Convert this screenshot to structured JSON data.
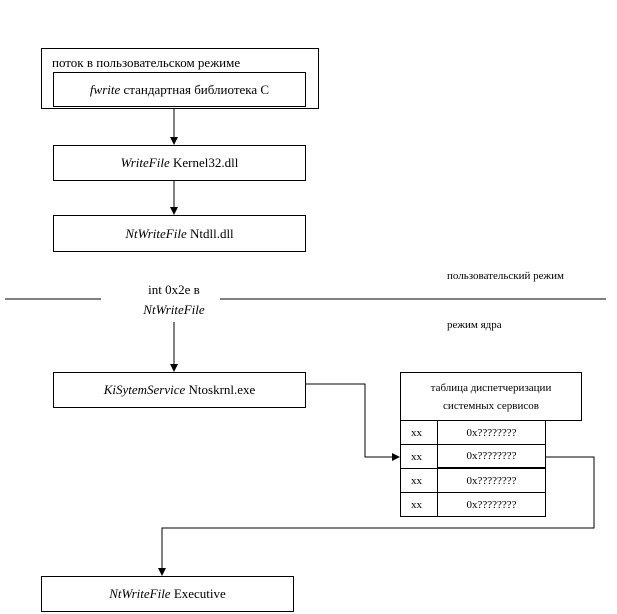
{
  "user_thread": {
    "label": "поток в пользовательском режиме",
    "fn": "fwrite",
    "desc": "стандартная библиотека C"
  },
  "kernel32": {
    "fn": "WriteFile",
    "desc": "Kernel32.dll"
  },
  "ntdll": {
    "fn": "NtWriteFile",
    "desc": "Ntdll.dll"
  },
  "interrupt": {
    "line1": "int 0x2e в",
    "line2": "NtWriteFile"
  },
  "modes": {
    "user": "пользовательский режим",
    "kernel": "режим ядра"
  },
  "ntoskrnl": {
    "fn": "KiSytemService",
    "desc": "Ntoskrnl.exe"
  },
  "dispatch_table": {
    "title_line1": "таблица диспетчеризации",
    "title_line2": "системных сервисов",
    "rows": [
      {
        "idx": "xx",
        "addr": "0x????????"
      },
      {
        "idx": "xx",
        "addr": "0x????????"
      },
      {
        "idx": "xx",
        "addr": "0x????????"
      },
      {
        "idx": "xx",
        "addr": "0x????????"
      }
    ]
  },
  "executive": {
    "fn": "NtWriteFile",
    "desc": "Executive"
  }
}
